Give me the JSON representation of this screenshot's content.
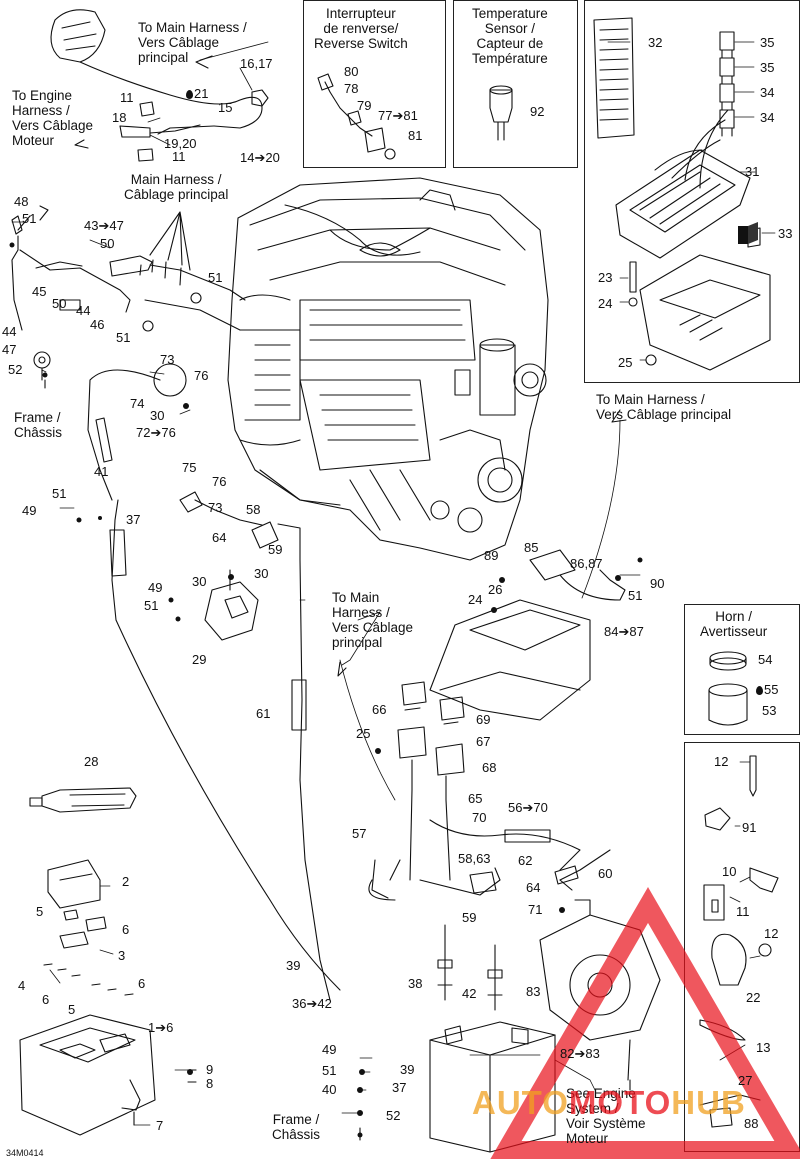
{
  "captions": {
    "main_top": [
      "To Main Harness /",
      "Vers Câblage",
      "principal"
    ],
    "engine_harness": [
      "To Engine",
      "Harness /",
      "Vers Câblage",
      "Moteur"
    ],
    "reverse_switch": [
      "Interrupteur",
      "de renverse/",
      "Reverse Switch"
    ],
    "temp_sensor": [
      "Temperature",
      "Sensor /",
      "Capteur de",
      "Température"
    ],
    "main_harness_2": [
      "Main Harness /",
      "Câblage principal"
    ],
    "main_right": [
      "To Main Harness /",
      "Vers Câblage principal"
    ],
    "main_center": [
      "To Main",
      "Harness /",
      "Vers Câblage",
      "principal"
    ],
    "frame_left": [
      "Frame /",
      "Châssis"
    ],
    "frame_bottom": [
      "Frame /",
      "Châssis"
    ],
    "horn": [
      "Horn /",
      "Avertisseur"
    ],
    "engine_system": [
      "See Engine",
      "System /",
      "Voir Système",
      "Moteur"
    ]
  },
  "labels": {
    "l16_17": "16,17",
    "l21": "21",
    "l11a": "11",
    "l18": "18",
    "l15": "15",
    "l19_20": "19,20",
    "l11b": "11",
    "l14_20": "14➔20",
    "l80": "80",
    "l78": "78",
    "l79": "79",
    "l77_81": "77➔81",
    "l81": "81",
    "l92": "92",
    "l32": "32",
    "l35a": "35",
    "l35b": "35",
    "l34a": "34",
    "l34b": "34",
    "l31": "31",
    "l33": "33",
    "l23": "23",
    "l24a": "24",
    "l25a": "25",
    "l48": "48",
    "l51a": "51",
    "l43_47": "43➔47",
    "l50a": "50",
    "l51b": "51",
    "l45": "45",
    "l50b": "50",
    "l44a": "44",
    "l46": "46",
    "l51c": "51",
    "l44b": "44",
    "l47": "47",
    "l52a": "52",
    "l73a": "73",
    "l76a": "76",
    "l74": "74",
    "l30a": "30",
    "l72_76": "72➔76",
    "l41": "41",
    "l75": "75",
    "l76b": "76",
    "l51d": "51",
    "l49a": "49",
    "l37a": "37",
    "l73b": "73",
    "l58": "58",
    "l64a": "64",
    "l59a": "59",
    "l30b": "30",
    "l30c": "30",
    "l49b": "49",
    "l51e": "51",
    "l29": "29",
    "l89": "89",
    "l85": "85",
    "l86_87": "86,87",
    "l26": "26",
    "l90": "90",
    "l24b": "24",
    "l51f": "51",
    "l84_87": "84➔87",
    "l54": "54",
    "l55": "55",
    "l53": "53",
    "l61": "61",
    "l66": "66",
    "l69": "69",
    "l25b": "25",
    "l67": "67",
    "l68": "68",
    "l65": "65",
    "l56_70": "56➔70",
    "l70": "70",
    "l28": "28",
    "l57": "57",
    "l58_63": "58,63",
    "l62": "62",
    "l60": "60",
    "l64b": "64",
    "l59b": "59",
    "l71": "71",
    "l2": "2",
    "l5a": "5",
    "l6a": "6",
    "l3": "3",
    "l4": "4",
    "l6b": "6",
    "l6c": "6",
    "l5b": "5",
    "l1_6": "1➔6",
    "l9": "9",
    "l8": "8",
    "l7": "7",
    "l39a": "39",
    "l36_42": "36➔42",
    "l38": "38",
    "l42": "42",
    "l83": "83",
    "l49c": "49",
    "l51g": "51",
    "l40": "40",
    "l37b": "37",
    "l39b": "39",
    "l52b": "52",
    "l82_83": "82➔83",
    "l12a": "12",
    "l91": "91",
    "l10": "10",
    "l11c": "11",
    "l12b": "12",
    "l22": "22",
    "l13": "13",
    "l27": "27",
    "l88": "88"
  },
  "figure_code": "34M0414",
  "watermark": {
    "part1": "AUTO",
    "part2": "MOTO",
    "part3": "HUB"
  },
  "colors": {
    "watermark_red": "#e8101a",
    "watermark_orange": "#f0a020",
    "line": "#111111"
  }
}
